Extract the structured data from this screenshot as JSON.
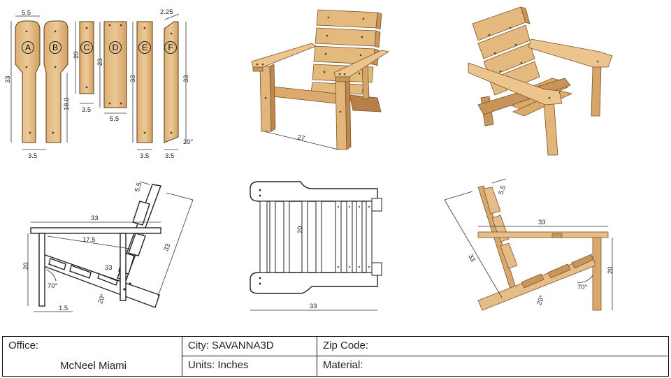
{
  "parts": [
    {
      "letter": "A"
    },
    {
      "letter": "B"
    },
    {
      "letter": "C"
    },
    {
      "letter": "D"
    },
    {
      "letter": "E"
    },
    {
      "letter": "F"
    }
  ],
  "dims": {
    "parts_width_top": "5.5",
    "parts_height_a": "33",
    "parts_width_a": "3.5",
    "parts_b_lower": "18.0",
    "parts_c_height": "20",
    "parts_c_width": "3.5",
    "parts_d_height": "23",
    "parts_d_width": "5.5",
    "parts_e_height": "33",
    "parts_e_width": "3.5",
    "parts_f_top": "2.25",
    "parts_f_height": "33",
    "parts_f_width": "3.5",
    "parts_f_angle": "20°",
    "iso1_width": "27",
    "side_top": "33",
    "side_slat": "5.5",
    "side_back": "33",
    "side_seat_depth": "17.5",
    "side_seat": "33",
    "side_height": "20",
    "side_angle_a": "70°",
    "side_angle_b": "20°",
    "side_leg": "1.5",
    "top_width": "20",
    "top_length": "33",
    "side2_slat": "5.5",
    "side2_top": "33",
    "side2_back": "33",
    "side2_height": "20",
    "side2_angle_a": "70°",
    "side2_angle_b": "20°"
  },
  "colors": {
    "wood_light": "#e7c08a",
    "wood_mid": "#d2a266",
    "wood_dark": "#b07d45",
    "line": "#222222"
  },
  "title_block": {
    "office_label": "Office:",
    "office_value": "McNeel Miami",
    "city_label": "City:",
    "city_value": "SAVANNA3D",
    "zip_label": "Zip Code:",
    "zip_value": "",
    "units_label": "Units:",
    "units_value": "Inches",
    "material_label": "Material:",
    "material_value": ""
  }
}
